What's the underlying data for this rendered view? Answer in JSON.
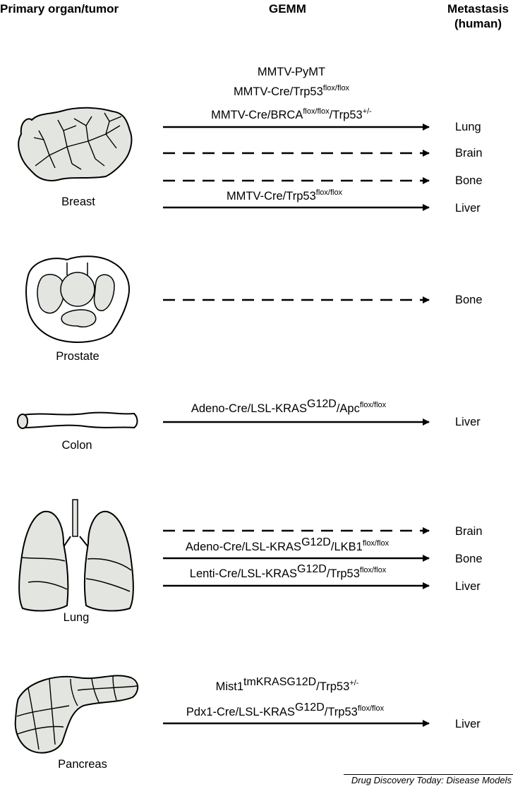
{
  "headers": {
    "primary": "Primary organ/tumor",
    "gemm": "GEMM",
    "metastasis_line1": "Metastasis",
    "metastasis_line2": "(human)"
  },
  "organs": {
    "breast": "Breast",
    "prostate": "Prostate",
    "colon": "Colon",
    "lung": "Lung",
    "pancreas": "Pancreas"
  },
  "models": {
    "breast1": "MMTV-PyMT",
    "breast2": {
      "base": "MMTV-Cre/Trp53",
      "sup": "flox/flox"
    },
    "breast3": {
      "a": "MMTV-Cre/BRCA",
      "a_sup": "flox/flox",
      "b": "/Trp53",
      "b_sup": "+/-"
    },
    "breast4": {
      "base": "MMTV-Cre/Trp53",
      "sup": "flox/flox"
    },
    "colon1": {
      "a": "Adeno-Cre/LSL-KRAS",
      "a_sup": "G12D",
      "b": "/Apc",
      "b_sup": "flox/flox"
    },
    "lung1": {
      "a": "Adeno-Cre/LSL-KRAS",
      "a_sup": "G12D",
      "b": "/LKB1",
      "b_sup": "flox/flox"
    },
    "lung2": {
      "a": "Lenti-Cre/LSL-KRAS",
      "a_sup": "G12D",
      "b": "/Trp53",
      "b_sup": "flox/flox"
    },
    "pancreas1": {
      "a": "Mist1",
      "a_sup": "tmKRASG12D",
      "b": "/Trp53",
      "b_sup": "+/-"
    },
    "pancreas2": {
      "a": "Pdx1-Cre/LSL-KRAS",
      "a_sup": "G12D",
      "b": "/Trp53",
      "b_sup": "flox/flox"
    }
  },
  "sites": {
    "breast": [
      "Lung",
      "Brain",
      "Bone",
      "Liver"
    ],
    "prostate": [
      "Bone"
    ],
    "colon": [
      "Liver"
    ],
    "lung": [
      "Brain",
      "Bone",
      "Liver"
    ],
    "pancreas": [
      "Liver"
    ]
  },
  "arrows": {
    "breast": [
      "solid",
      "dashed",
      "dashed",
      "solid"
    ],
    "prostate": [
      "dashed"
    ],
    "colon": [
      "solid"
    ],
    "lung": [
      "dashed",
      "solid",
      "solid"
    ],
    "pancreas": [
      "solid"
    ]
  },
  "footer": "Drug Discovery Today: Disease Models",
  "colors": {
    "organ_fill": "#e3e6e0",
    "line": "#000000"
  }
}
